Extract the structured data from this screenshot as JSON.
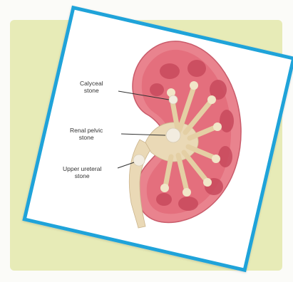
{
  "labels": {
    "calyceal": [
      "Calyceal",
      "stone"
    ],
    "pelvic": [
      "Renal pelvic",
      "stone"
    ],
    "ureteral": [
      "Upper ureteral",
      "stone"
    ]
  },
  "colors": {
    "frame": "#1fa3d9",
    "background_panel": "#e7ebb7",
    "kidney_cortex": "#e46f7d",
    "kidney_medulla": "#c84a5d",
    "collecting_system": "#ead9b6",
    "stone": "#f2ece0"
  }
}
